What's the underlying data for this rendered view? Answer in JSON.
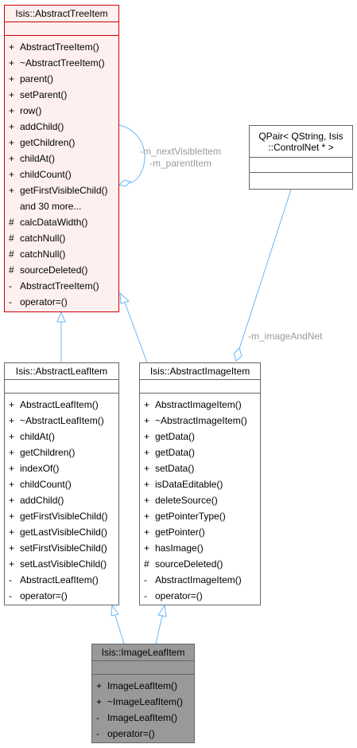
{
  "colors": {
    "edge": "#63b8ff",
    "focus_border": "#cc0000",
    "focus_fill": "#fff0f0",
    "target_fill": "#999999",
    "border": "#666666",
    "label": "#9a9a9a"
  },
  "classes": {
    "abstract_tree_item": {
      "title": "Isis::AbstractTreeItem",
      "methods": [
        {
          "vis": "+",
          "name": "AbstractTreeItem()"
        },
        {
          "vis": "+",
          "name": "~AbstractTreeItem()"
        },
        {
          "vis": "+",
          "name": "parent()"
        },
        {
          "vis": "+",
          "name": "setParent()"
        },
        {
          "vis": "+",
          "name": "row()"
        },
        {
          "vis": "+",
          "name": "addChild()"
        },
        {
          "vis": "+",
          "name": "getChildren()"
        },
        {
          "vis": "+",
          "name": "childAt()"
        },
        {
          "vis": "+",
          "name": "childCount()"
        },
        {
          "vis": "+",
          "name": "getFirstVisibleChild()"
        },
        {
          "vis": "",
          "name": "and 30 more..."
        },
        {
          "vis": "#",
          "name": "calcDataWidth()"
        },
        {
          "vis": "#",
          "name": "catchNull()"
        },
        {
          "vis": "#",
          "name": "catchNull()"
        },
        {
          "vis": "#",
          "name": "sourceDeleted()"
        },
        {
          "vis": "-",
          "name": "AbstractTreeItem()"
        },
        {
          "vis": "-",
          "name": "operator=()"
        }
      ]
    },
    "qpair": {
      "title_line1": "QPair< QString, Isis",
      "title_line2": "::ControlNet * >"
    },
    "abstract_leaf_item": {
      "title": "Isis::AbstractLeafItem",
      "methods": [
        {
          "vis": "+",
          "name": "AbstractLeafItem()"
        },
        {
          "vis": "+",
          "name": "~AbstractLeafItem()"
        },
        {
          "vis": "+",
          "name": "childAt()"
        },
        {
          "vis": "+",
          "name": "getChildren()"
        },
        {
          "vis": "+",
          "name": "indexOf()"
        },
        {
          "vis": "+",
          "name": "childCount()"
        },
        {
          "vis": "+",
          "name": "addChild()"
        },
        {
          "vis": "+",
          "name": "getFirstVisibleChild()"
        },
        {
          "vis": "+",
          "name": "getLastVisibleChild()"
        },
        {
          "vis": "+",
          "name": "setFirstVisibleChild()"
        },
        {
          "vis": "+",
          "name": "setLastVisibleChild()"
        },
        {
          "vis": "-",
          "name": "AbstractLeafItem()"
        },
        {
          "vis": "-",
          "name": "operator=()"
        }
      ]
    },
    "abstract_image_item": {
      "title": "Isis::AbstractImageItem",
      "methods": [
        {
          "vis": "+",
          "name": "AbstractImageItem()"
        },
        {
          "vis": "+",
          "name": "~AbstractImageItem()"
        },
        {
          "vis": "+",
          "name": "getData()"
        },
        {
          "vis": "+",
          "name": "getData()"
        },
        {
          "vis": "+",
          "name": "setData()"
        },
        {
          "vis": "+",
          "name": "isDataEditable()"
        },
        {
          "vis": "+",
          "name": "deleteSource()"
        },
        {
          "vis": "+",
          "name": "getPointerType()"
        },
        {
          "vis": "+",
          "name": "getPointer()"
        },
        {
          "vis": "+",
          "name": "hasImage()"
        },
        {
          "vis": "#",
          "name": "sourceDeleted()"
        },
        {
          "vis": "-",
          "name": "AbstractImageItem()"
        },
        {
          "vis": "-",
          "name": "operator=()"
        }
      ]
    },
    "image_leaf_item": {
      "title": "Isis::ImageLeafItem",
      "methods": [
        {
          "vis": "+",
          "name": "ImageLeafItem()"
        },
        {
          "vis": "+",
          "name": "~ImageLeafItem()"
        },
        {
          "vis": "-",
          "name": "ImageLeafItem()"
        },
        {
          "vis": "-",
          "name": "operator=()"
        }
      ]
    }
  },
  "edge_labels": {
    "next_visible": "-m_nextVisibleItem",
    "parent": "-m_parentItem",
    "image_and_net": "-m_imageAndNet"
  }
}
